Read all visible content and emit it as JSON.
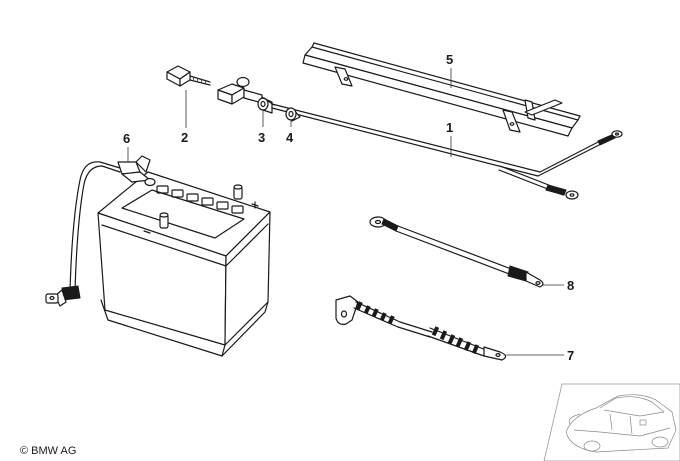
{
  "parts": [
    {
      "id": "1",
      "label": "1"
    },
    {
      "id": "2",
      "label": "2"
    },
    {
      "id": "3",
      "label": "3"
    },
    {
      "id": "4",
      "label": "4"
    },
    {
      "id": "5",
      "label": "5"
    },
    {
      "id": "6",
      "label": "6"
    },
    {
      "id": "7",
      "label": "7"
    },
    {
      "id": "8",
      "label": "8"
    }
  ],
  "copyright": "© BMW AG",
  "thumbnail": {
    "icon": "car-outline-icon"
  },
  "colors": {
    "line": "#1a1a1a",
    "background": "#ffffff"
  }
}
